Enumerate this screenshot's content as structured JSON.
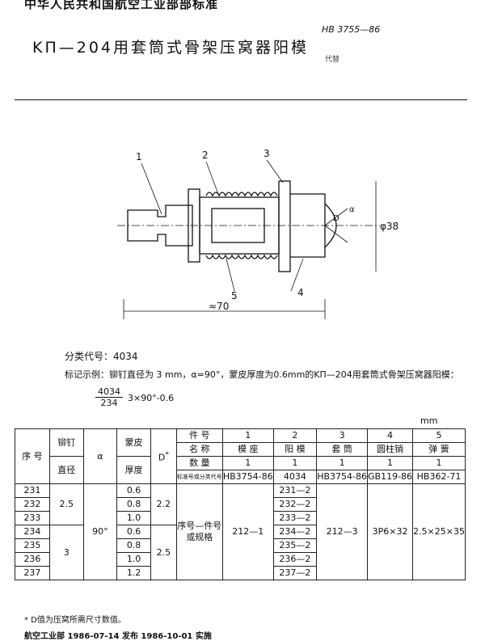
{
  "header": {
    "organization": "中华人民共和国航空工业部部标准",
    "title": "KП—204用套筒式骨架压窝器阳模",
    "standard_code": "HB 3755—86",
    "subtitle": "代替"
  },
  "drawing": {
    "callouts": [
      "1",
      "2",
      "3",
      "4",
      "5"
    ],
    "overall_length": "≈70",
    "diameter": "φ38",
    "d_label": "D",
    "alpha_label": "α"
  },
  "classification": {
    "label": "分类代号：",
    "value": "4034"
  },
  "marking": {
    "label": "标记示例：",
    "text": "铆钉直径为 3 mm，α=90°，蒙皮厚度为0.6mm的KП—204用套筒式骨架压窝器阳模：",
    "fraction_top": "4034",
    "fraction_bottom": "234",
    "suffix": "3×90°-0.6"
  },
  "unit": "mm",
  "table": {
    "head": {
      "seq": "序 号",
      "rivet1": "铆钉",
      "rivet2": "直径",
      "alpha": "α",
      "skin1": "蒙皮",
      "skin2": "厚度",
      "d": "D",
      "star": "*",
      "part_no": "件 号",
      "name": "名 称",
      "qty": "数 量",
      "std": "标准号或分类代号"
    },
    "parts": [
      {
        "no": "1",
        "name": "模 座",
        "qty": "1",
        "std": "HB3754-86"
      },
      {
        "no": "2",
        "name": "阳 模",
        "qty": "1",
        "std": "4034"
      },
      {
        "no": "3",
        "name": "套 筒",
        "qty": "1",
        "std": "HB3754-86"
      },
      {
        "no": "4",
        "name": "圆柱销",
        "qty": "1",
        "std": "GB119-86"
      },
      {
        "no": "5",
        "name": "弹 簧",
        "qty": "1",
        "std": "HB362-71"
      }
    ],
    "rows": [
      {
        "seq": "231",
        "skin": "0.6",
        "p2": "231—2"
      },
      {
        "seq": "232",
        "skin": "0.8",
        "p2": "232—2"
      },
      {
        "seq": "233",
        "skin": "1.0",
        "p2": "233—2"
      },
      {
        "seq": "234",
        "skin": "0.6",
        "p2": "234—2"
      },
      {
        "seq": "235",
        "skin": "0.8",
        "p2": "235—2"
      },
      {
        "seq": "236",
        "skin": "1.0",
        "p2": "236—2"
      },
      {
        "seq": "237",
        "skin": "1.2",
        "p2": "237—2"
      }
    ],
    "rivet_a": "2.5",
    "rivet_b": "3",
    "alpha_val": "90°",
    "d_a": "2.2",
    "d_b": "2.5",
    "spec_label1": "序号—件号",
    "spec_label2": "或规格",
    "p1": "212—1",
    "p3": "212—3",
    "p4": "3P6×32",
    "p5": "2.5×25×35"
  },
  "footnote": "* D值为压窝所需尺寸数值。",
  "bottom_line": "航空工业部 1986-07-14 发布 1986-10-01 实施"
}
